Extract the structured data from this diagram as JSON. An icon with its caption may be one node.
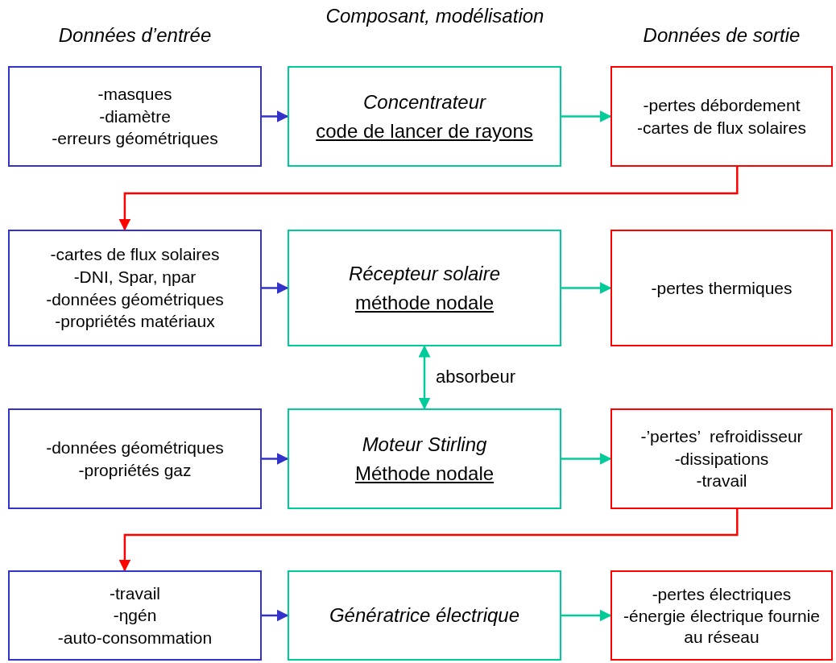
{
  "diagram": {
    "nodes": [
      {
        "text": [
          "-masques",
          "-diamètre",
          "-erreurs géométriques"
        ]
      },
      {
        "text": [
          "Concentrateur",
          "code de lancer de rayons"
        ]
      },
      {
        "text": [
          "-pertes débordement",
          "-cartes de flux solaires"
        ]
      },
      {
        "text": [
          "-cartes de flux solaires",
          "-DNI, Spar, ηpar",
          "-données géométriques",
          "-propriétés matériaux"
        ]
      },
      {
        "text": [
          "Récepteur solaire",
          "méthode nodale"
        ]
      },
      {
        "text": [
          "-pertes thermiques"
        ]
      },
      {
        "text": [
          "-données géométriques",
          "-propriétés gaz"
        ]
      },
      {
        "text": [
          "Moteur Stirling",
          "Méthode nodale"
        ]
      },
      {
        "text": [
          "-’pertes’  refroidisseur",
          "-dissipations",
          "-travail"
        ]
      },
      {
        "text": [
          "-travail",
          "-ηgén",
          "-auto-consommation"
        ]
      },
      {
        "text": [
          "Génératrice électrique"
        ]
      },
      {
        "text": [
          "-pertes électriques",
          "-énergie électrique fournie au réseau"
        ]
      }
    ],
    "edges": [
      {
        "from": 0,
        "to": 1,
        "arrow": "to",
        "color": "#3333cc"
      },
      {
        "from": 1,
        "to": 2,
        "arrow": "to"
      },
      {
        "from": 2,
        "to": 3,
        "arrow": "to",
        "color": "#ff0000"
      },
      {
        "from": 3,
        "to": 4,
        "arrow": "to",
        "color": "#3333cc"
      },
      {
        "from": 4,
        "to": 5,
        "arrow": "to"
      },
      {
        "from": 4,
        "to": 7,
        "arrow": "both",
        "label": "absorbeur"
      },
      {
        "from": 6,
        "to": 7,
        "arrow": "to",
        "color": "#3333cc"
      },
      {
        "from": 7,
        "to": 8,
        "arrow": "to"
      },
      {
        "from": 8,
        "to": 9,
        "arrow": "to",
        "color": "#ff0000"
      },
      {
        "from": 9,
        "to": 10,
        "arrow": "to",
        "color": "#3333cc"
      },
      {
        "from": 10,
        "to": 11,
        "arrow": "to"
      }
    ],
    "labels": [
      "Données d’entrée",
      "Composant, modélisation",
      "Données de sortie"
    ]
  }
}
